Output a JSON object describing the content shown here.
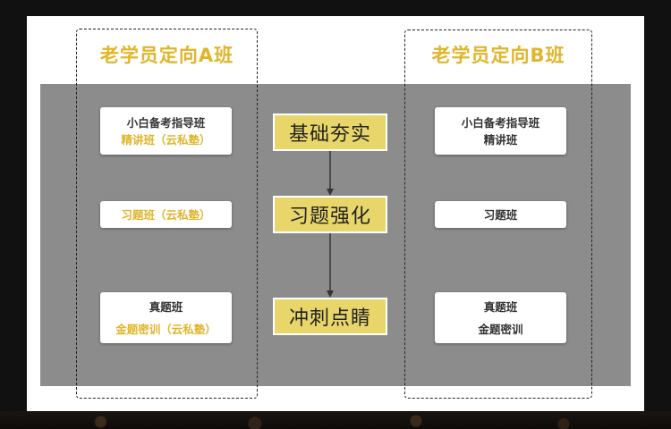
{
  "group_a": {
    "title": "老学员定向A班",
    "cards": [
      {
        "line1": "小白备考指导班",
        "line2": "精讲班（云私塾）"
      },
      {
        "line1": "习题班（云私塾）"
      },
      {
        "line1": "真题班",
        "line2": "金题密训（云私塾）"
      }
    ]
  },
  "group_b": {
    "title": "老学员定向B班",
    "cards": [
      {
        "line1": "小白备考指导班",
        "line2": "精讲班"
      },
      {
        "line1": "习题班"
      },
      {
        "line1": "真题班",
        "line2": "金题密训"
      }
    ]
  },
  "stages": [
    "基础夯实",
    "习题强化",
    "冲刺点睛"
  ],
  "colors": {
    "gold_text": "#e0b52a",
    "stage_fill": "#e9d66a",
    "panel_gray": "#8c8c8c",
    "dark_text": "#333333"
  }
}
